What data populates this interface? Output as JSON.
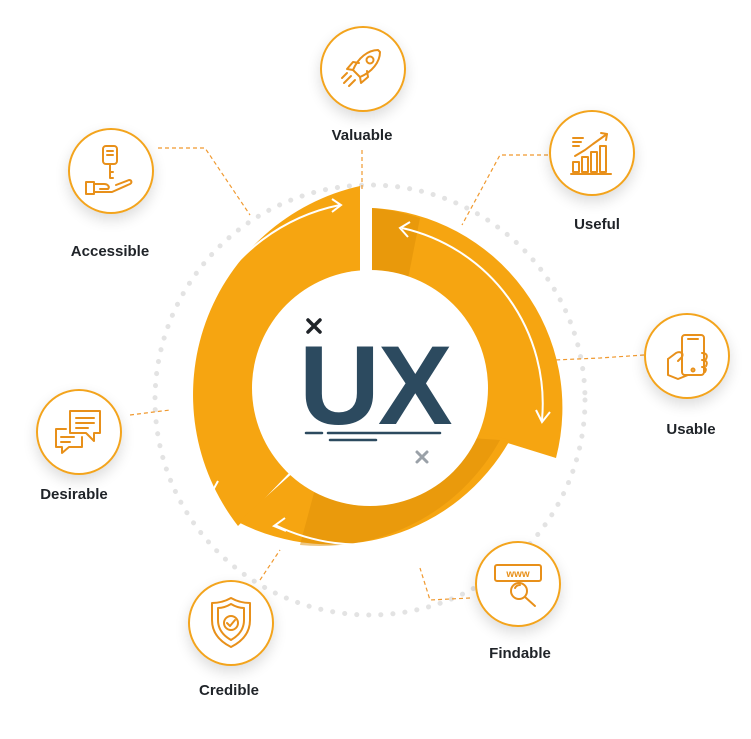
{
  "center": {
    "title": "UX"
  },
  "nodes": [
    {
      "id": "valuable",
      "label": "Valuable",
      "icon": "rocket-icon"
    },
    {
      "id": "useful",
      "label": "Useful",
      "icon": "growth-chart-icon"
    },
    {
      "id": "usable",
      "label": "Usable",
      "icon": "hand-phone-icon"
    },
    {
      "id": "findable",
      "label": "Findable",
      "icon": "web-search-icon"
    },
    {
      "id": "credible",
      "label": "Credible",
      "icon": "shield-check-icon"
    },
    {
      "id": "desirable",
      "label": "Desirable",
      "icon": "chat-bubbles-icon"
    },
    {
      "id": "accessible",
      "label": "Accessible",
      "icon": "key-hand-icon"
    }
  ],
  "colors": {
    "ring": "#f6a511",
    "ring_dark": "#d98a06",
    "accent_line": "#f0992f",
    "text_dark": "#2c4a5f",
    "icon": "#e8901a"
  }
}
